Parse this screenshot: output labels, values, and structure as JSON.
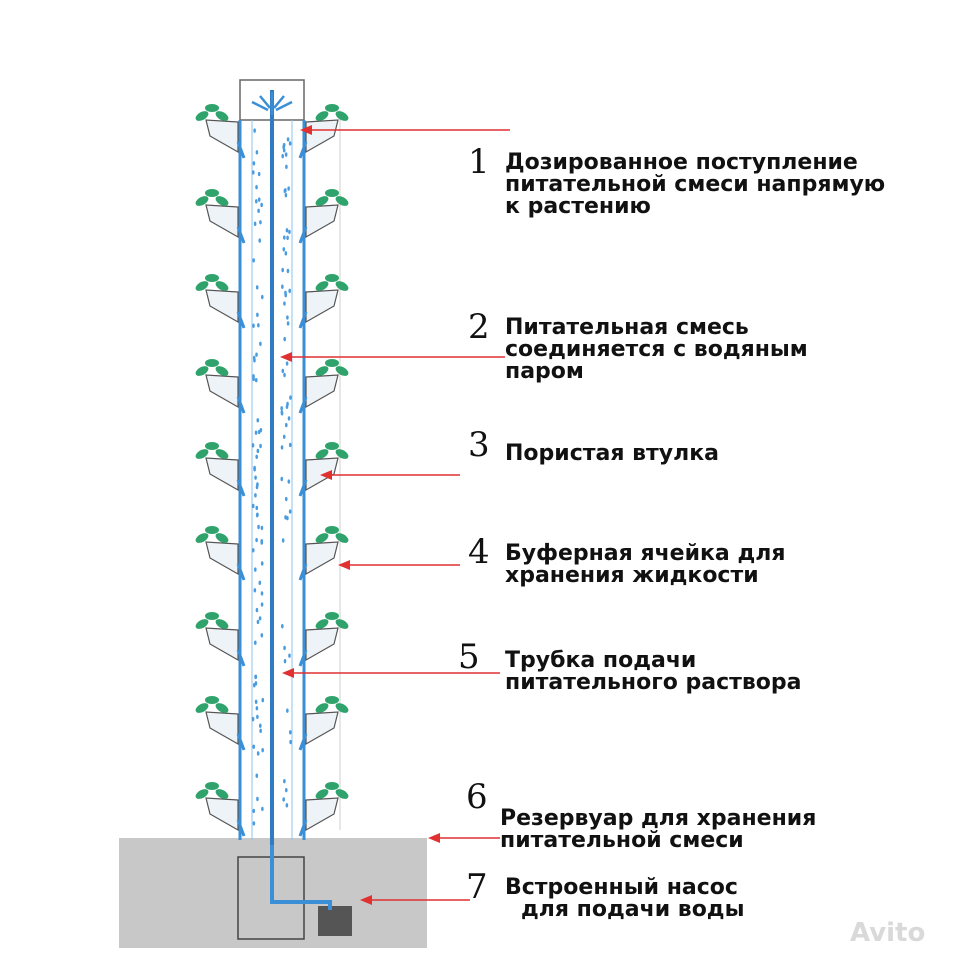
{
  "labels": [
    {
      "num": "1",
      "lines": [
        "Дозированное поступление",
        "питательной смеси напрямую",
        "к растению"
      ]
    },
    {
      "num": "2",
      "lines": [
        "Питательная смесь",
        "соединяется с водяным",
        "паром"
      ]
    },
    {
      "num": "3",
      "lines": [
        "Пористая втулка"
      ]
    },
    {
      "num": "4",
      "lines": [
        "Буферная ячейка для",
        "хранения жидкости"
      ]
    },
    {
      "num": "5",
      "lines": [
        "Трубка подачи",
        "питательного раствора"
      ]
    },
    {
      "num": "6",
      "lines": [
        "Резервуар для хранения",
        "питательной смеси"
      ]
    },
    {
      "num": "7",
      "lines": [
        "Встроенный насос",
        "для подачи воды"
      ]
    }
  ],
  "watermark": "Avito",
  "colors": {
    "arrow": "#e03030",
    "tube": "#3a8fd6",
    "base": "#c8c8c8",
    "leaf": "#2fa36b"
  }
}
